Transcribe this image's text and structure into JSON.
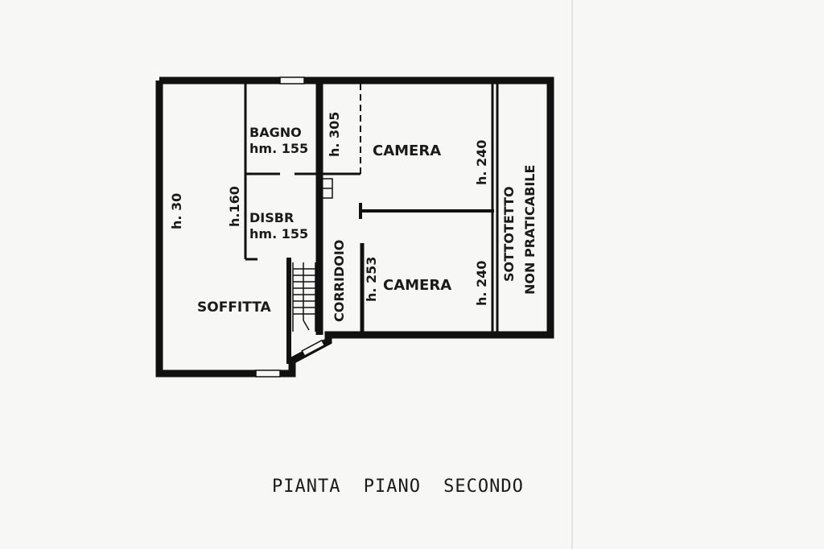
{
  "title": "PIANTA PIANO SECONDO",
  "rooms": {
    "bagno": {
      "name": "BAGNO",
      "height": "hm. 155"
    },
    "disbr": {
      "name": "DISBR",
      "height": "hm. 155"
    },
    "camera_top": {
      "name": "CAMERA",
      "height": "h. 240"
    },
    "camera_bottom": {
      "name": "CAMERA",
      "height": "h. 240"
    },
    "soffitta": {
      "name": "SOFFITTA"
    },
    "corridoio": {
      "name": "CORRIDOIO",
      "height": "h. 253"
    },
    "sottotetto": {
      "line1": "SOTTOTETTO",
      "line2": "NON PRATICABILE"
    }
  },
  "heights": {
    "left_wall": "h. 30",
    "inner_left": "h.160",
    "bagno_right": "h. 305"
  }
}
